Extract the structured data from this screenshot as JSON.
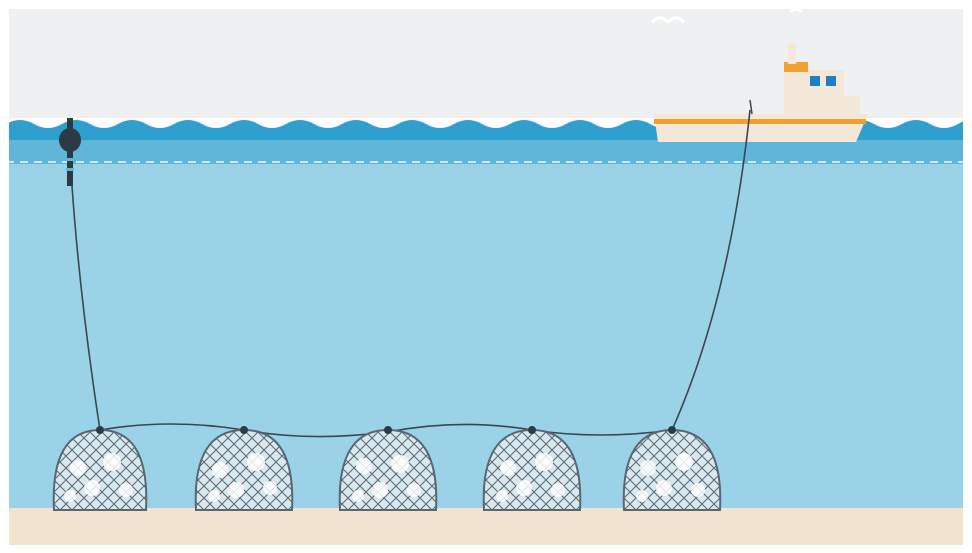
{
  "scene": {
    "colors": {
      "sky": "#eef0f1",
      "sea_surface": "#2f9fcf",
      "sea_band": "#5fb6d9",
      "water": "#9ad3e8",
      "sand": "#f2e3d0",
      "line": "#3c4650",
      "pot_mesh": "#5b6670",
      "pot_fill": "#d7e8ef",
      "boat_hull": "#f3e7d8",
      "boat_stripe": "#f0a030",
      "boat_window": "#1e7fc4",
      "buoy": "#2c3a44"
    },
    "elements": {
      "boat": "fishing-boat",
      "buoy": "marker-buoy",
      "pots": [
        "crab-pot",
        "crab-pot",
        "crab-pot",
        "crab-pot",
        "crab-pot"
      ]
    }
  }
}
